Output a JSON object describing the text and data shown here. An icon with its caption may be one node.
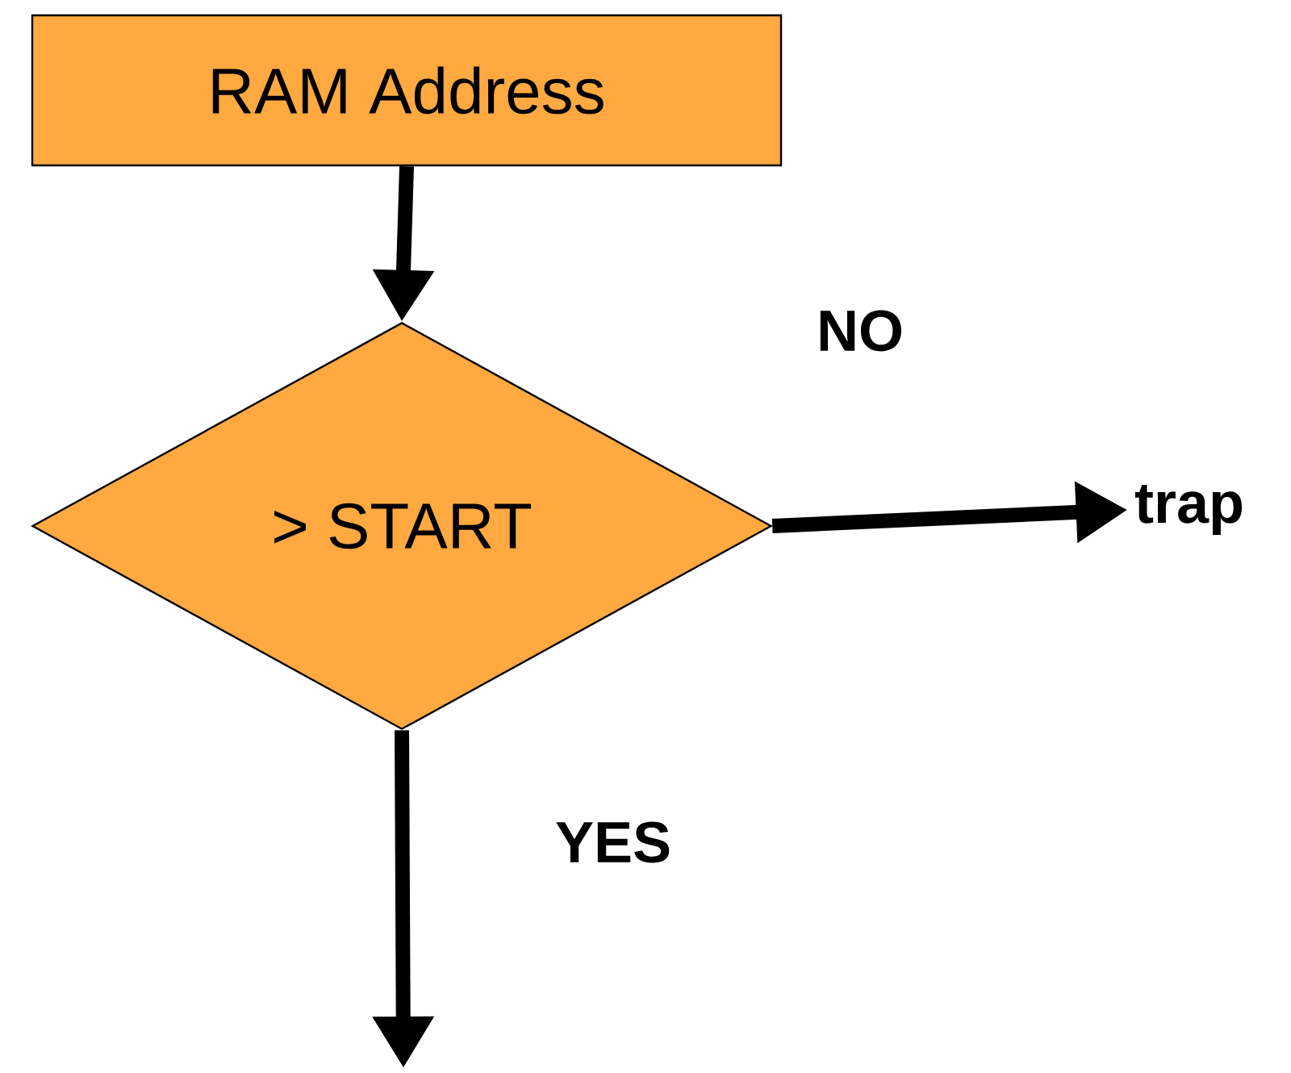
{
  "diagram": {
    "nodes": [
      {
        "text": [
          "RAM Address"
        ]
      },
      {
        "text": [
          "> START"
        ]
      },
      {
        "text": [
          "trap"
        ]
      }
    ],
    "edges": [
      {
        "from": 0,
        "to": 1,
        "arrow": "to"
      },
      {
        "from": 1,
        "to": 2,
        "arrow": "to",
        "label": "NO"
      },
      {
        "from": 1,
        "to": null,
        "arrow": "to",
        "label": "YES"
      }
    ]
  }
}
